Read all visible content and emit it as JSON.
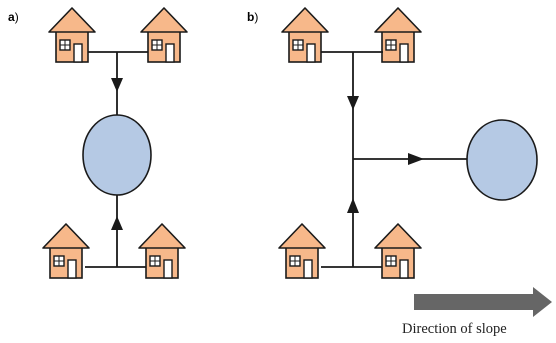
{
  "panels": {
    "a": {
      "letter": "a",
      "paren": ")"
    },
    "b": {
      "letter": "b",
      "paren": ")"
    }
  },
  "slope": {
    "label": "Direction of slope",
    "arrow_color": "#666666"
  },
  "colors": {
    "house_fill": "#f7b88a",
    "roof_fill": "#f7b88a",
    "outline": "#1a1a1a",
    "door_fill": "#ffffff",
    "window_fill": "#ffffff",
    "pond_fill": "#b5c9e4",
    "line": "#1a1a1a"
  },
  "icons": [
    "house-icon",
    "pond-icon"
  ]
}
